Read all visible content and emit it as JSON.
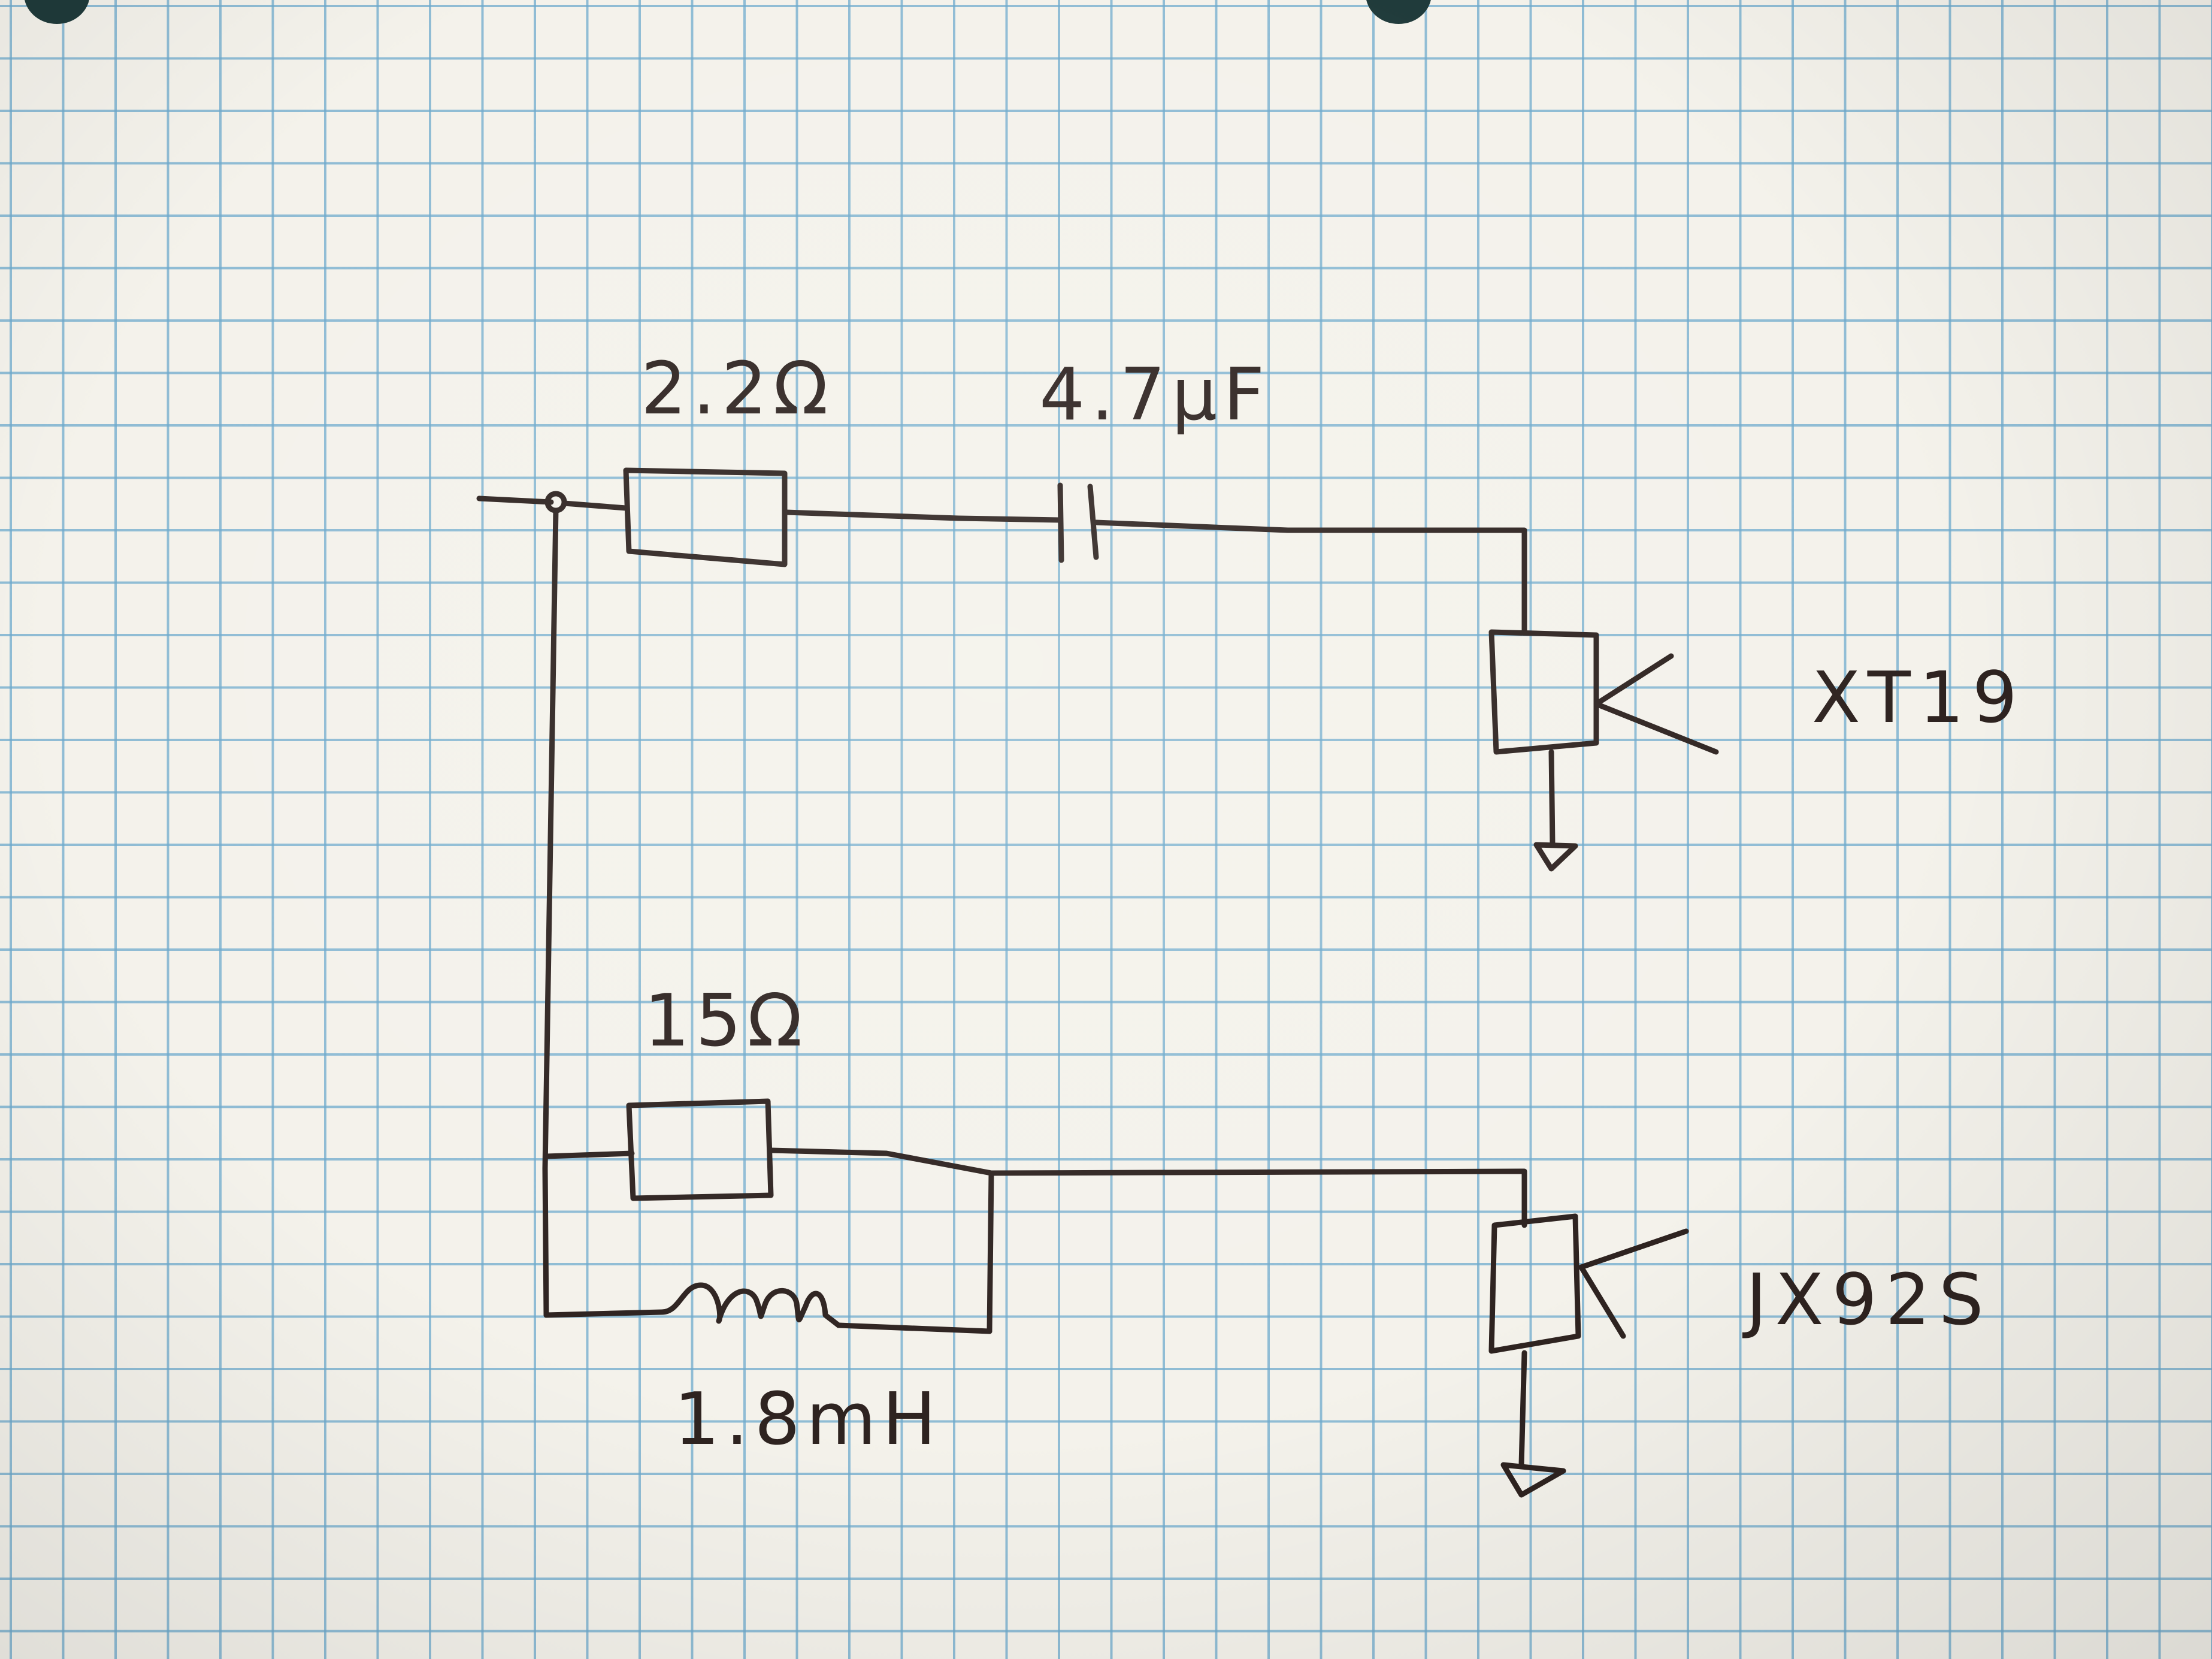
{
  "paper": {
    "grid_color": "#6eaacd",
    "paper_color": "#f4f2eb",
    "ink_color": "#2e2320"
  },
  "components": {
    "resistor_top": {
      "label": "2.2Ω"
    },
    "capacitor": {
      "label": "4.7μF"
    },
    "resistor_bottom": {
      "label": "15Ω"
    },
    "inductor": {
      "label": "1.8mH"
    },
    "driver_top": {
      "label": "XT19"
    },
    "driver_bottom": {
      "label": "JX92S"
    }
  },
  "icons": {
    "ground": "ground-icon",
    "speaker": "speaker-icon",
    "resistor": "resistor-icon",
    "capacitor": "capacitor-icon",
    "inductor": "inductor-icon"
  }
}
